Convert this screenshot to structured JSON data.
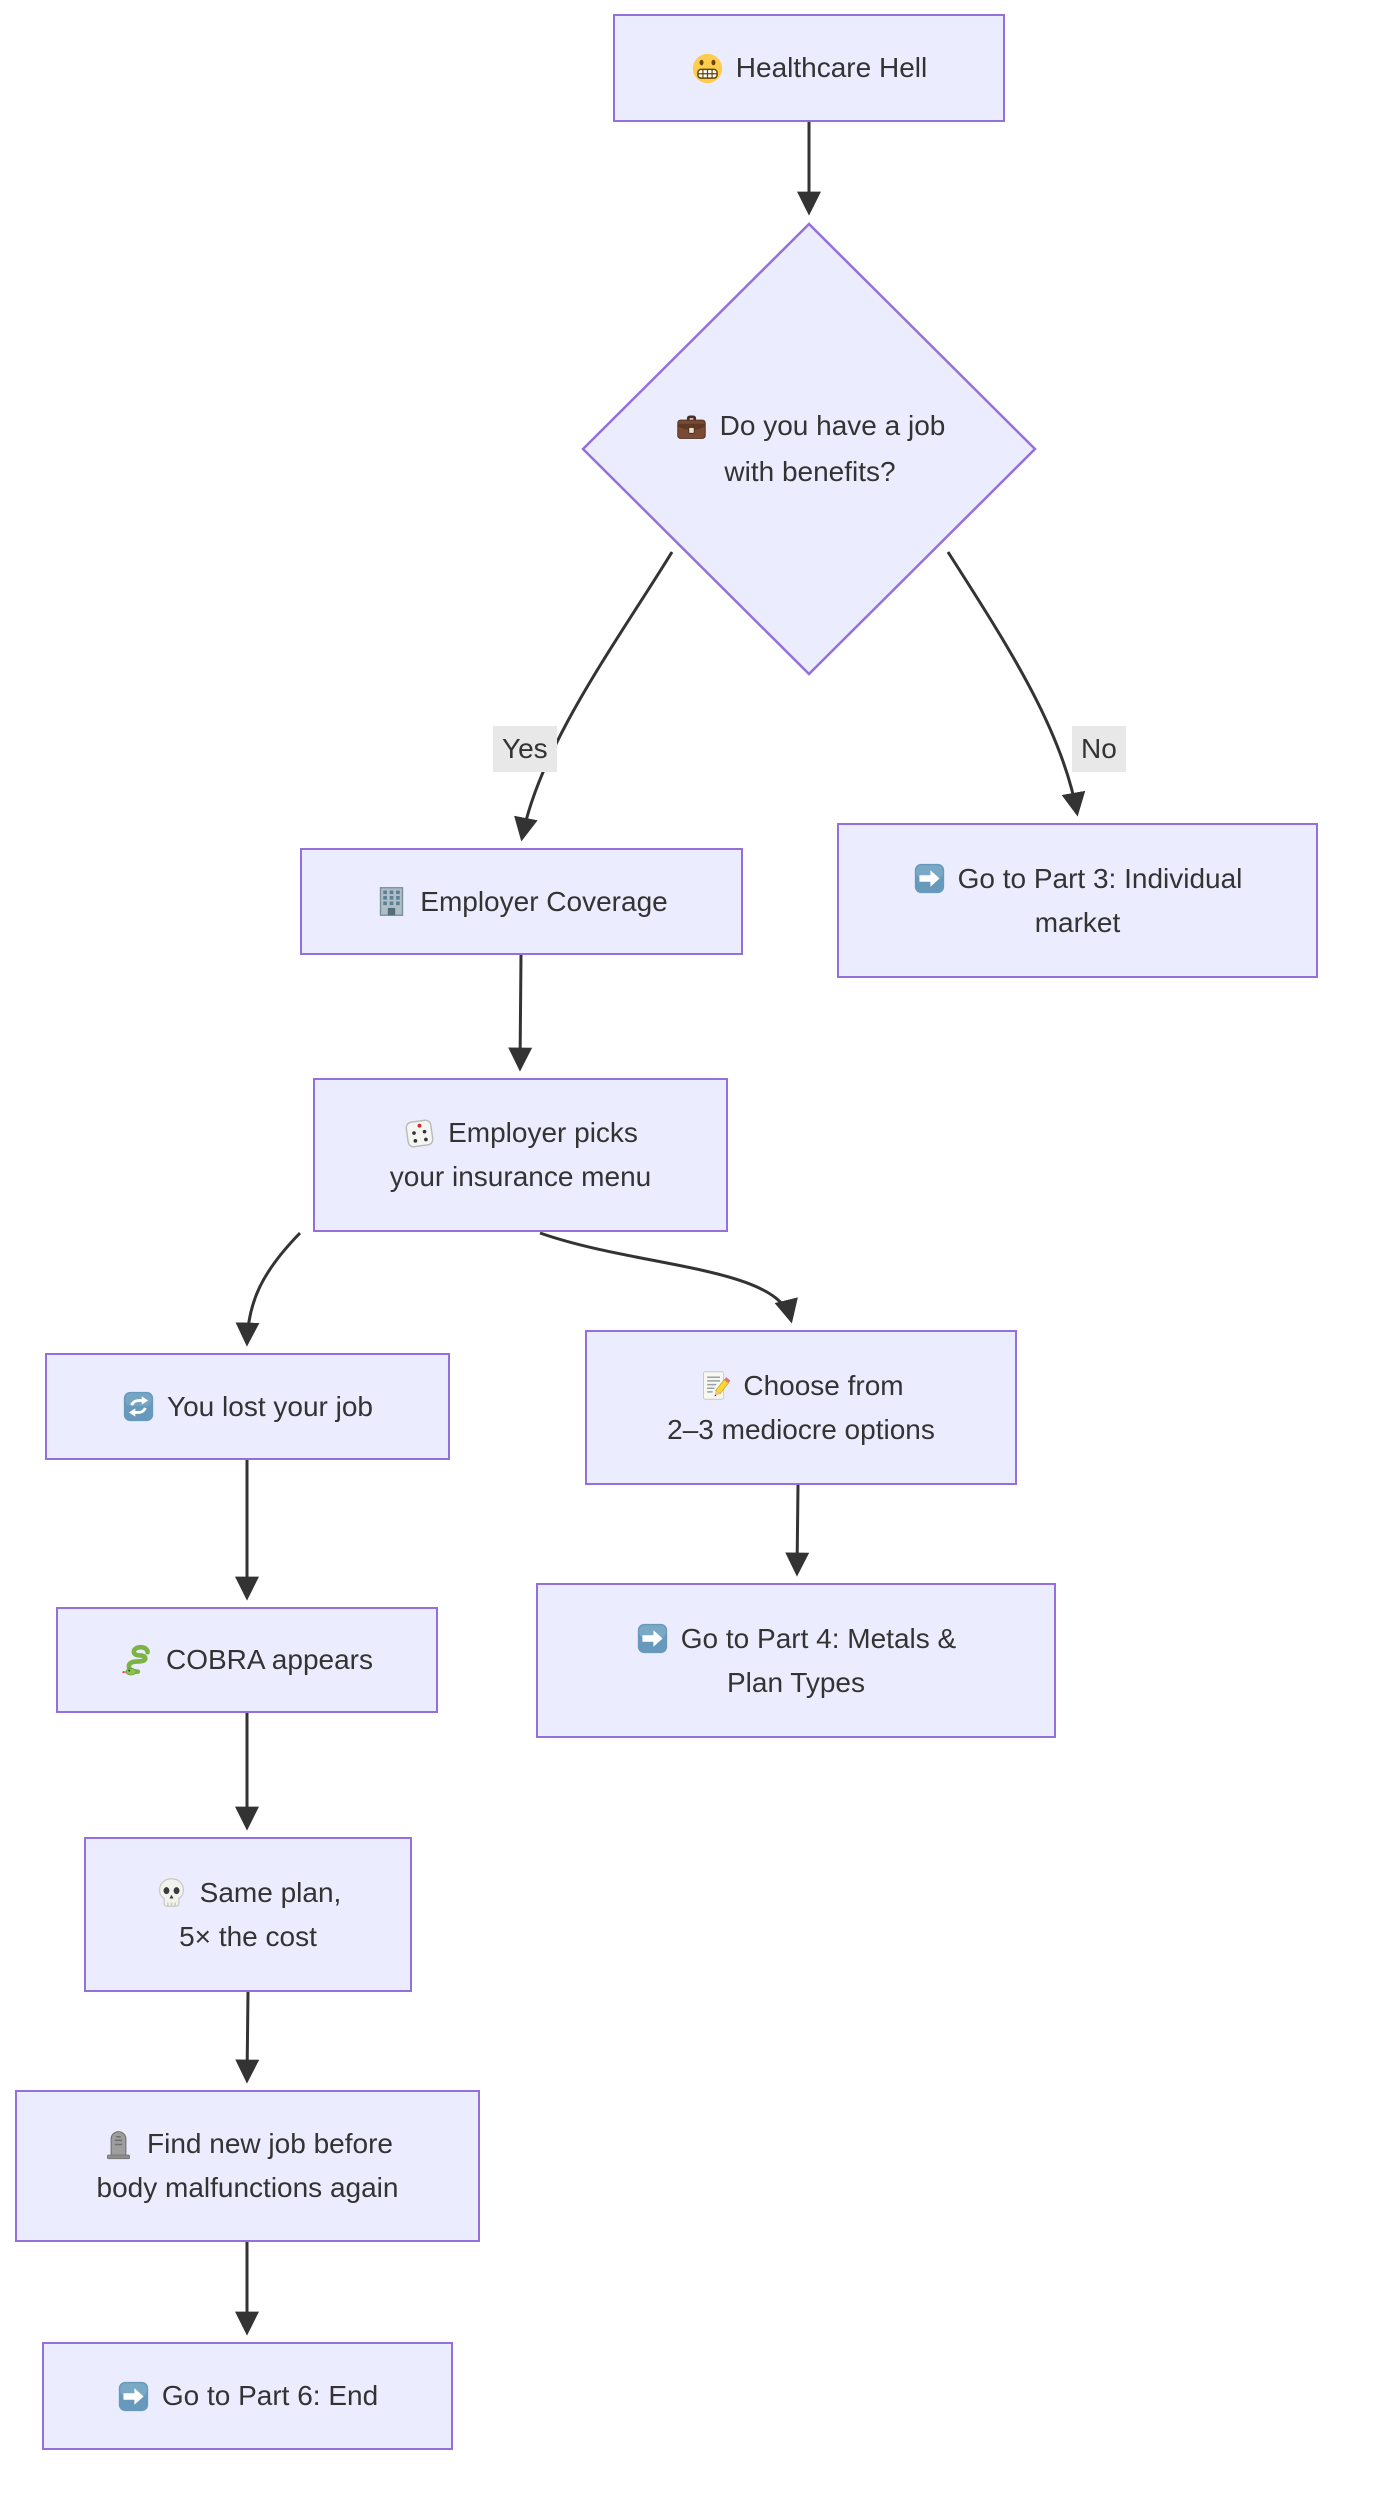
{
  "diagram": {
    "type": "flowchart",
    "background": "#ffffff",
    "node_fill": "#ECECFF",
    "node_border": "#9370DB",
    "edge_color": "#333333",
    "text_color": "#333333",
    "edge_label_bg": "#e8e8e8"
  },
  "nodes": {
    "title": {
      "icon": "grimacing-face-icon",
      "line1": "Healthcare Hell"
    },
    "decision": {
      "icon": "briefcase-icon",
      "line1": "Do you have a job",
      "line2": "with benefits?"
    },
    "employer_coverage": {
      "icon": "office-building-icon",
      "line1": "Employer Coverage"
    },
    "part3": {
      "icon": "arrow-right-button-icon",
      "line1": "Go to Part 3: Individual",
      "line2": "market"
    },
    "menu": {
      "icon": "game-die-icon",
      "line1": "Employer picks",
      "line2": "your insurance menu"
    },
    "lost_job": {
      "icon": "repeat-button-icon",
      "line1": "You lost your job"
    },
    "choose": {
      "icon": "memo-icon",
      "line1": "Choose from",
      "line2": "2–3 mediocre options"
    },
    "cobra": {
      "icon": "snake-icon",
      "line1": "COBRA appears"
    },
    "part4": {
      "icon": "arrow-right-button-icon",
      "line1": "Go to Part 4: Metals &",
      "line2": "Plan Types"
    },
    "same_plan": {
      "icon": "skull-icon",
      "line1": "Same plan,",
      "line2": "5× the cost"
    },
    "find_job": {
      "icon": "headstone-icon",
      "line1": "Find new job before",
      "line2": "body malfunctions again"
    },
    "part6": {
      "icon": "arrow-right-button-icon",
      "line1": "Go to Part 6: End"
    }
  },
  "edge_labels": {
    "yes": "Yes",
    "no": "No"
  }
}
